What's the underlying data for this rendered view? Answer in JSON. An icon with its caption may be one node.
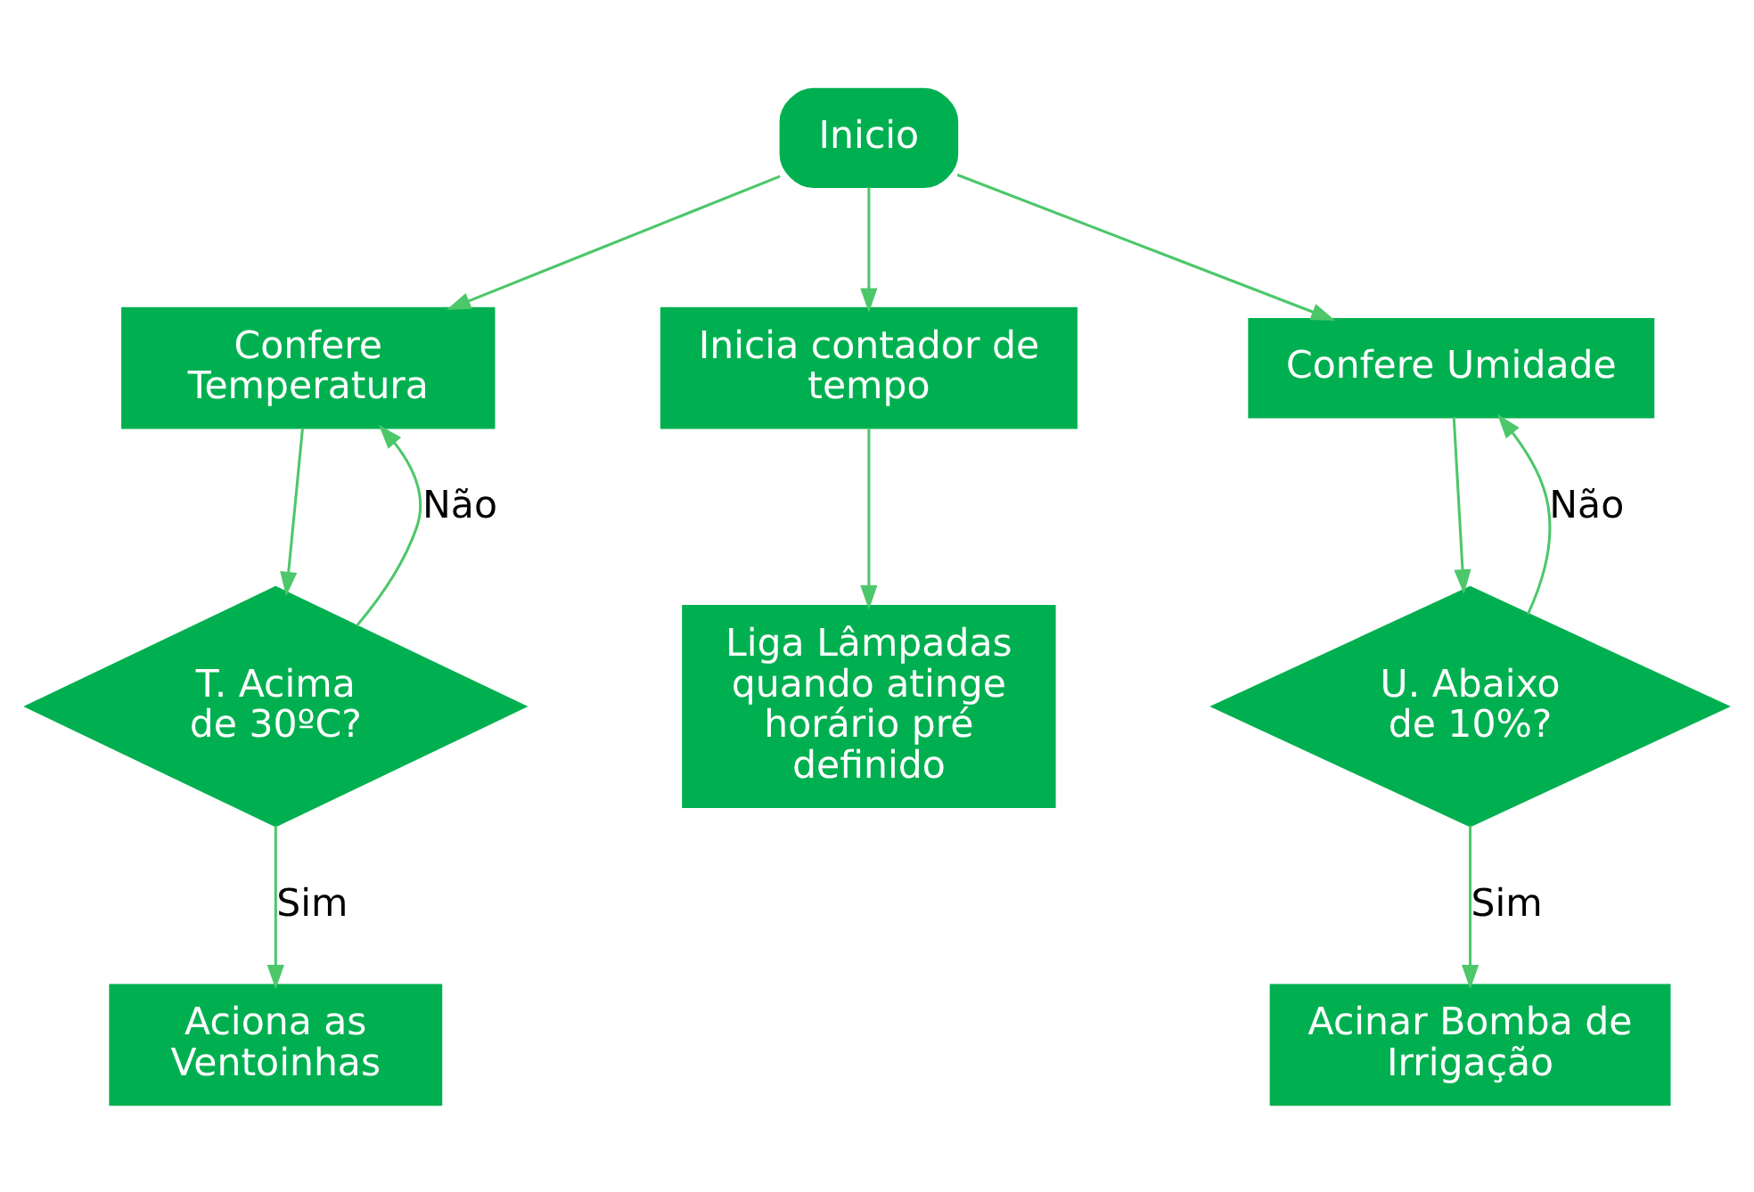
{
  "diagram": {
    "nodes": [
      {
        "text": [
          "Inicio"
        ]
      },
      {
        "text": [
          "Confere Temperatura"
        ]
      },
      {
        "text": [
          "Inicia contador de tempo"
        ]
      },
      {
        "text": [
          "Confere Umidade"
        ]
      },
      {
        "text": [
          "T. Acima de 30ºC?"
        ]
      },
      {
        "text": [
          "Liga Lâmpadas quando atinge horário pré definido"
        ]
      },
      {
        "text": [
          "U. Abaixo de 10%?"
        ]
      },
      {
        "text": [
          "Aciona as Ventoinhas"
        ]
      },
      {
        "text": [
          "Acinar Bomba de Irrigação"
        ]
      }
    ],
    "edges": [
      {
        "from": 0,
        "to": 1,
        "arrow": "to"
      },
      {
        "from": 0,
        "to": 2,
        "arrow": "to"
      },
      {
        "from": 0,
        "to": 3,
        "arrow": "to"
      },
      {
        "from": 1,
        "to": 4,
        "arrow": "to"
      },
      {
        "from": 4,
        "to": 1,
        "arrow": "to",
        "label": "Não"
      },
      {
        "from": 4,
        "to": 7,
        "arrow": "to",
        "label": "Sim"
      },
      {
        "from": 2,
        "to": 5,
        "arrow": "to"
      },
      {
        "from": 3,
        "to": 6,
        "arrow": "to"
      },
      {
        "from": 6,
        "to": 3,
        "arrow": "to",
        "label": "Não"
      },
      {
        "from": 6,
        "to": 8,
        "arrow": "to",
        "label": "Sim"
      }
    ]
  }
}
